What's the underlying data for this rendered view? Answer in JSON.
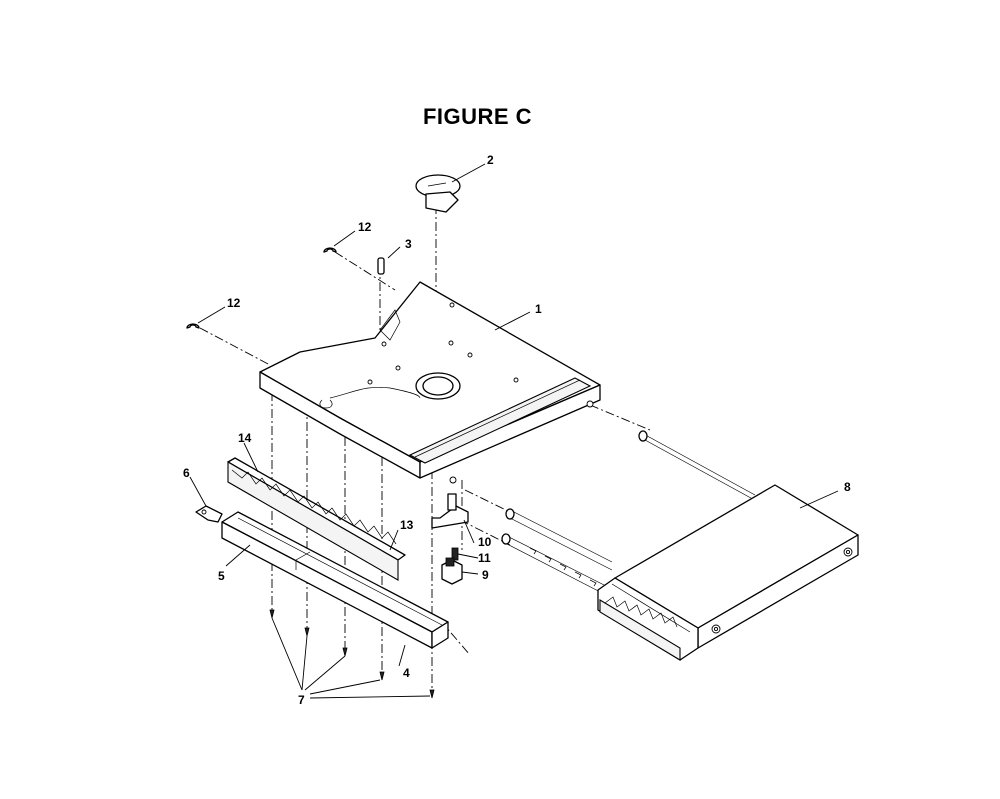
{
  "title": "FIGURE C",
  "callouts": {
    "c1": "1",
    "c2": "2",
    "c3": "3",
    "c4": "4",
    "c5": "5",
    "c6": "6",
    "c7": "7",
    "c8": "8",
    "c9": "9",
    "c10": "10",
    "c11": "11",
    "c12a": "12",
    "c12b": "12",
    "c13": "13",
    "c14": "14"
  }
}
